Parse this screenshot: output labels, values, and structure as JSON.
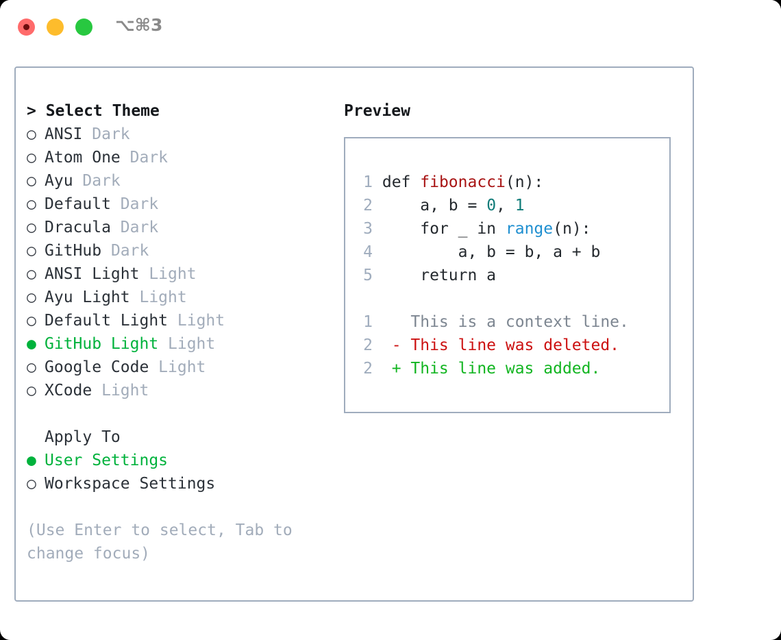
{
  "titlebar": {
    "shortcut": "⌥⌘3",
    "traffic_lights": [
      {
        "name": "close",
        "color": "#ff6b6b"
      },
      {
        "name": "minimize",
        "color": "#fdbc2c"
      },
      {
        "name": "maximize",
        "color": "#28c840"
      }
    ]
  },
  "theme_panel": {
    "heading": "> Select Theme",
    "heading_caret": ">",
    "heading_text": "Select Theme",
    "bullet_selected": "●",
    "bullet_unselected": "○",
    "items": [
      {
        "name": "ANSI",
        "kind": "Dark",
        "selected": false
      },
      {
        "name": "Atom One",
        "kind": "Dark",
        "selected": false
      },
      {
        "name": "Ayu",
        "kind": "Dark",
        "selected": false
      },
      {
        "name": "Default",
        "kind": "Dark",
        "selected": false
      },
      {
        "name": "Dracula",
        "kind": "Dark",
        "selected": false
      },
      {
        "name": "GitHub",
        "kind": "Dark",
        "selected": false
      },
      {
        "name": "ANSI Light",
        "kind": "Light",
        "selected": false
      },
      {
        "name": "Ayu Light",
        "kind": "Light",
        "selected": false
      },
      {
        "name": "Default Light",
        "kind": "Light",
        "selected": false
      },
      {
        "name": "GitHub Light",
        "kind": "Light",
        "selected": true
      },
      {
        "name": "Google Code",
        "kind": "Light",
        "selected": false
      },
      {
        "name": "XCode",
        "kind": "Light",
        "selected": false
      }
    ]
  },
  "apply_to": {
    "heading": "Apply To",
    "options": [
      {
        "label": "User Settings",
        "selected": true
      },
      {
        "label": "Workspace Settings",
        "selected": false
      }
    ]
  },
  "hint": "(Use Enter to select, Tab to change focus)",
  "preview": {
    "heading": "Preview",
    "code_lines": [
      {
        "num": "1",
        "tokens": [
          {
            "t": "def ",
            "c": "plain"
          },
          {
            "t": "fibonacci",
            "c": "fn"
          },
          {
            "t": "(n):",
            "c": "plain"
          }
        ]
      },
      {
        "num": "2",
        "tokens": [
          {
            "t": "    a, b = ",
            "c": "plain"
          },
          {
            "t": "0",
            "c": "num"
          },
          {
            "t": ", ",
            "c": "plain"
          },
          {
            "t": "1",
            "c": "num"
          }
        ]
      },
      {
        "num": "3",
        "tokens": [
          {
            "t": "    for _ in ",
            "c": "plain"
          },
          {
            "t": "range",
            "c": "builtin"
          },
          {
            "t": "(n):",
            "c": "plain"
          }
        ]
      },
      {
        "num": "4",
        "tokens": [
          {
            "t": "        a, b = b, a + b",
            "c": "plain"
          }
        ]
      },
      {
        "num": "5",
        "tokens": [
          {
            "t": "    return a",
            "c": "plain"
          }
        ]
      }
    ],
    "diff_lines": [
      {
        "num": "1",
        "marker": "  ",
        "text": "This is a context line.",
        "kind": "ctx"
      },
      {
        "num": "2",
        "marker": "- ",
        "text": "This line was deleted.",
        "kind": "del"
      },
      {
        "num": "2",
        "marker": "+ ",
        "text": "This line was added.",
        "kind": "add"
      }
    ]
  },
  "colors": {
    "border": "#9facbd",
    "accent_green": "#00b23c",
    "muted": "#a2acba",
    "diff_add": "#12b521",
    "diff_del": "#cc1111",
    "diff_ctx": "#7d8691",
    "code_fn": "#a81414",
    "code_num": "#0f7b78",
    "code_builtin": "#1f8fd0"
  }
}
